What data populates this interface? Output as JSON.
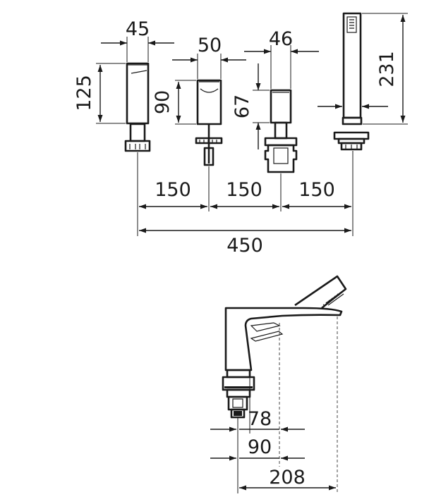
{
  "dimensions": {
    "top_widths": [
      "45",
      "50",
      "46"
    ],
    "top_heights": [
      "125",
      "90",
      "67",
      "231"
    ],
    "spacings": [
      "150",
      "150",
      "150"
    ],
    "total": "450",
    "side": [
      "78",
      "90",
      "208"
    ]
  }
}
